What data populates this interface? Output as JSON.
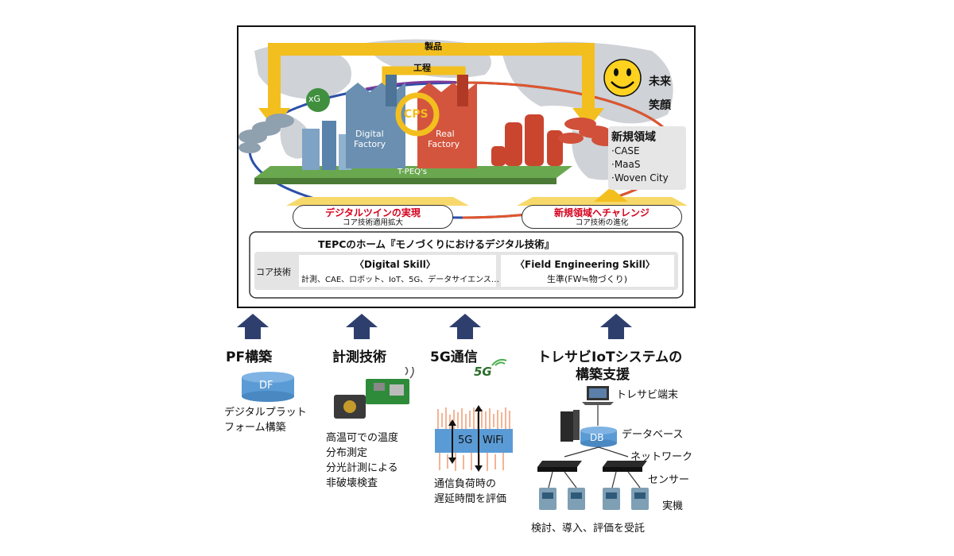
{
  "top": {
    "seihin": "製品",
    "koutei": "工程",
    "cps": "CPS",
    "xg": "xG",
    "digital_factory": [
      "Digital",
      "Factory"
    ],
    "real_factory": [
      "Real",
      "Factory"
    ],
    "tpeqs": "T-PEQ's",
    "mirai": "未来",
    "egao": "笑顔",
    "new_area": {
      "title": "新規領域",
      "items": [
        "·CASE",
        "·MaaS",
        "·Woven City"
      ]
    },
    "left_pill": {
      "main": "デジタルツインの実現",
      "sub": "コア技術適用拡大"
    },
    "right_pill": {
      "main": "新規領域へチャレンジ",
      "sub": "コア技術の進化"
    },
    "home": {
      "title": "TEPCのホーム『モノづくりにおけるデジタル技術』",
      "core_label": "コア技術",
      "digital_skill_title": "〈Digital Skill〉",
      "digital_skill_body": "計測、CAE、ロボット、IoT、5G、データサイエンス…",
      "field_skill_title": "〈Field Engineering Skill〉",
      "field_skill_body": "生準(FW≒物づくり)"
    }
  },
  "columns": {
    "pf": {
      "title": "PF構築",
      "db": "DF",
      "desc": [
        "デジタルプラット",
        "フォーム構築"
      ]
    },
    "measure": {
      "title": "計測技術",
      "desc": [
        "高温可での温度",
        "分布測定",
        "分光計測による",
        "非破壊検査"
      ]
    },
    "g5": {
      "title": "5G通信",
      "logo": "5G",
      "chart_5g": "5G",
      "chart_wifi": "WiFi",
      "desc": [
        "通信負荷時の",
        "遅延時間を評価"
      ]
    },
    "iot": {
      "title": [
        "トレサビIoTシステムの",
        "構築支援"
      ],
      "terminal": "トレサビ端末",
      "db": "DB",
      "database": "データベース",
      "network": "ネットワーク",
      "sensor": "センサー",
      "machine": "実機",
      "caption": "検討、導入、評価を受託"
    }
  },
  "colors": {
    "arrow": "#2e3f6e",
    "gold": "#f3bf1f",
    "red_text": "#d6001c",
    "db_blue": "#5b9bd5",
    "green_platform": "#6aa84f"
  }
}
